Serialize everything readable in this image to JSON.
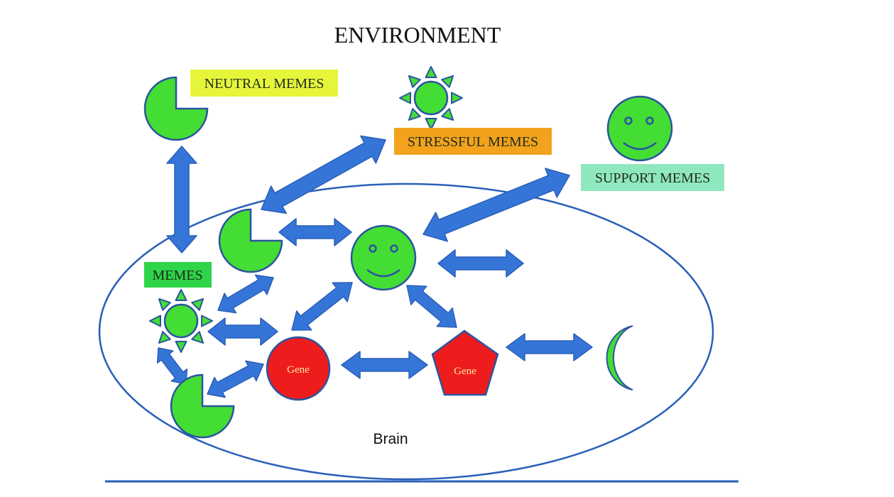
{
  "title": "ENVIRONMENT",
  "labels": {
    "neutral": "NEUTRAL MEMES",
    "stressful": "STRESSFUL MEMES",
    "support": "SUPPORT MEMES",
    "memes": "MEMES",
    "brain": "Brain"
  },
  "gene_labels": {
    "circle": "Gene",
    "pentagon": "Gene"
  },
  "colors": {
    "shape_fill": "#44dd33",
    "shape_stroke": "#2a55a0",
    "arrow": "#3575d8",
    "arrow_stroke": "#2a5fb8",
    "gene_fill": "#ee1c1c",
    "gene_text": "#ffe9a0",
    "label_neutral_bg": "#e7f53a",
    "label_stressful_bg": "#f2a21c",
    "label_support_bg": "#8fe8bd",
    "label_memes_bg": "#2ed548",
    "brain_outline": "#2a5fb8",
    "ground_line": "#2a5fb8",
    "title_color": "#111111"
  },
  "icons": {
    "neutral_memes": "pacman-icon",
    "stressful_memes": "sun-icon",
    "support_memes": "smiley-icon",
    "crescent": "crescent-icon"
  }
}
